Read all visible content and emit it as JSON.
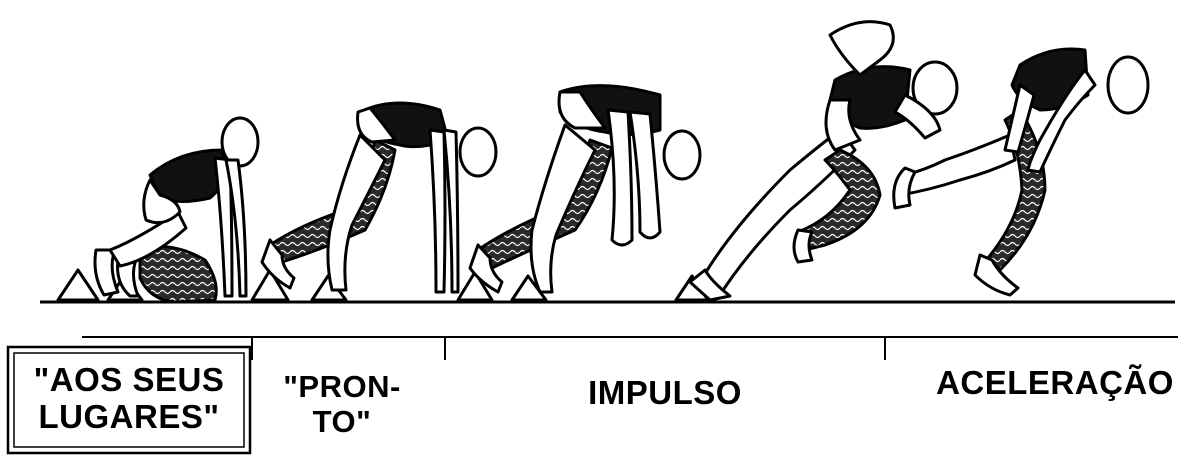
{
  "phases": [
    {
      "line1": "\"AOS SEUS",
      "line2": "LUGARES\""
    },
    {
      "line1": "\"PRON-",
      "line2": "TO\""
    },
    {
      "line1": "IMPULSO",
      "line2": ""
    },
    {
      "line1": "ACELERAÇÃO",
      "line2": ""
    }
  ]
}
